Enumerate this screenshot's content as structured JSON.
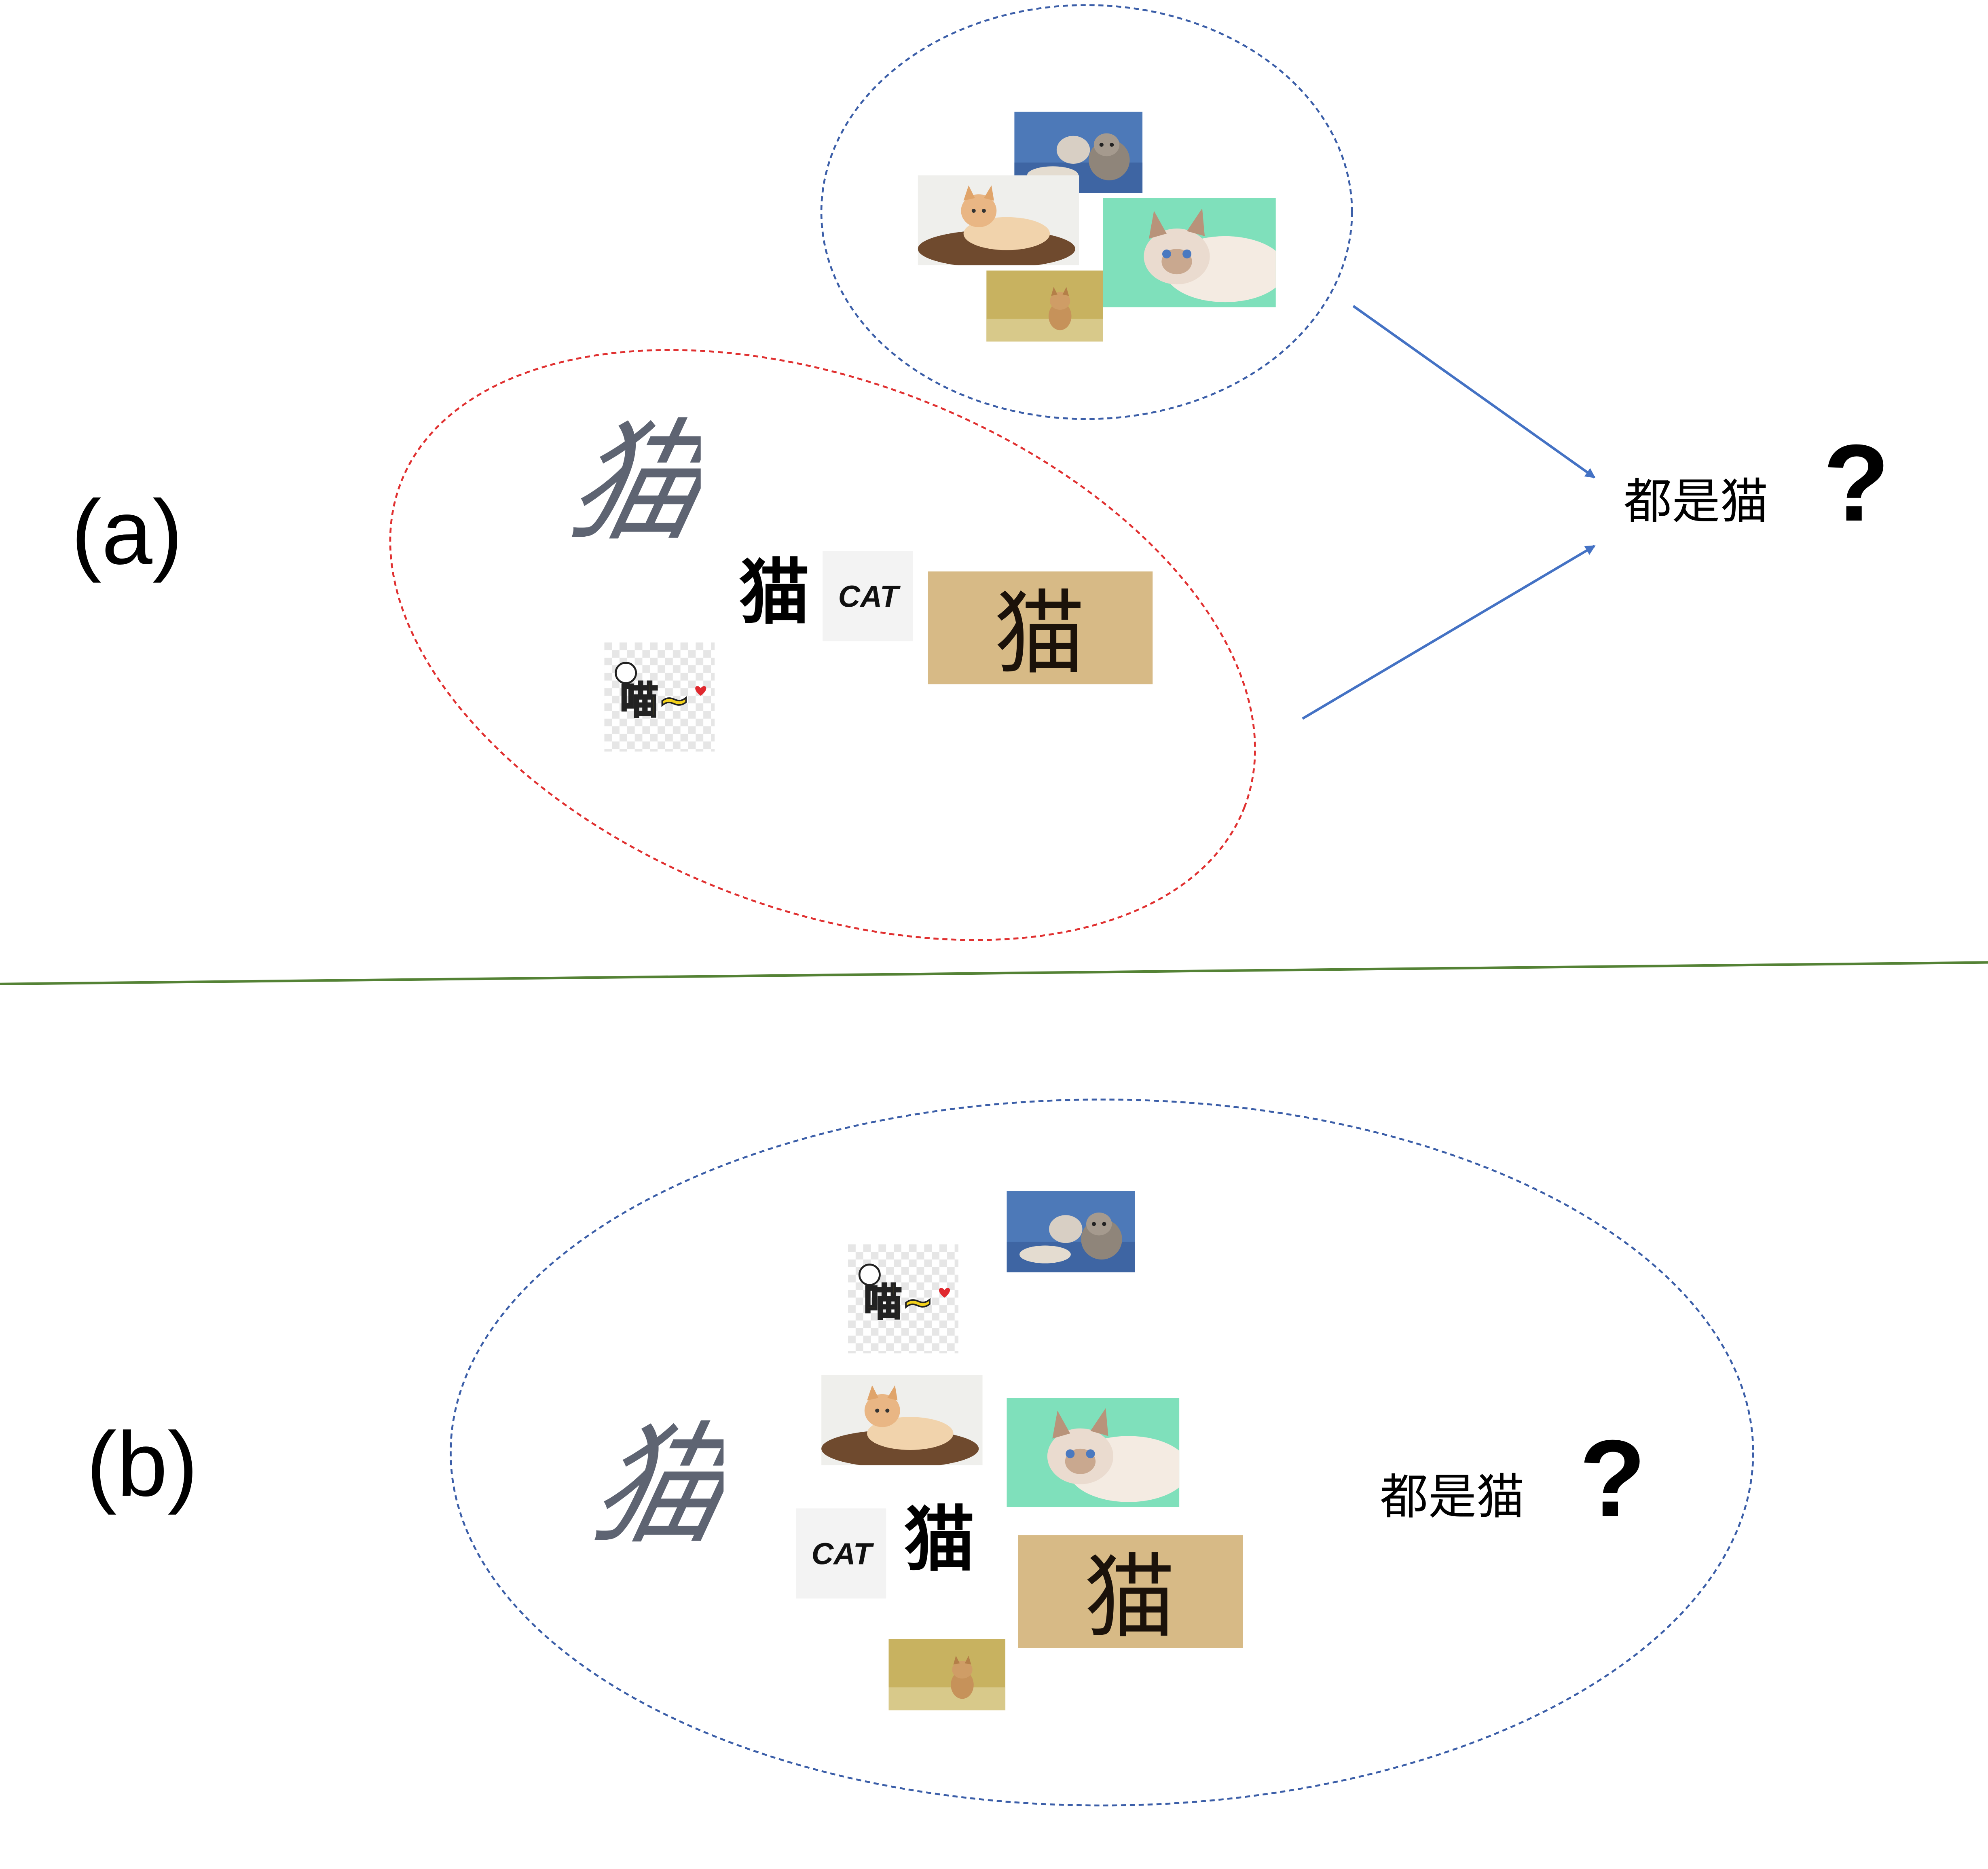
{
  "panels": [
    {
      "label": "(a)",
      "question": "都是猫",
      "question_mark": "?"
    },
    {
      "label": "(b)",
      "question": "都是猫",
      "question_mark": "?"
    }
  ],
  "glyphs": {
    "cat_character": "猫",
    "meow_character": "喵",
    "meow_sticker_text": "喵~",
    "cat_logo_text": "CAT"
  },
  "colors": {
    "photo_cluster_outline": "#3b5ea8",
    "text_cluster_outline": "#e03030",
    "arrow": "#4472c4",
    "divider": "#548235",
    "brush_ink": "#5e6472"
  }
}
